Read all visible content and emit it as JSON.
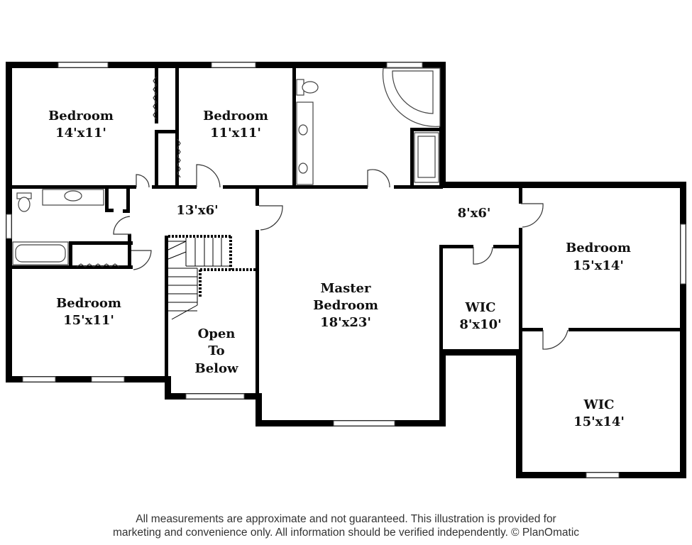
{
  "rooms": [
    {
      "name": "Bedroom",
      "size": "14'x11'"
    },
    {
      "name": "Bedroom",
      "size": "11'x11'"
    },
    {
      "name": "Bedroom",
      "size": "15'x11'"
    },
    {
      "name": "Bedroom",
      "size": "15'x14'"
    },
    {
      "name": "Master",
      "name2": "Bedroom",
      "size": "18'x23'"
    },
    {
      "name": "WIC",
      "size": "8'x10'"
    },
    {
      "name": "WIC",
      "size": "15'x14'"
    },
    {
      "name": "Open",
      "name2": "To",
      "name3": "Below"
    },
    {
      "size": "13'x6'"
    },
    {
      "size": "8'x6'"
    }
  ],
  "disclaimer": {
    "line1": "All measurements are approximate and not guaranteed. This illustration is provided for",
    "line2": "marketing and convenience only. All information should be verified independently. © PlanOmatic"
  }
}
